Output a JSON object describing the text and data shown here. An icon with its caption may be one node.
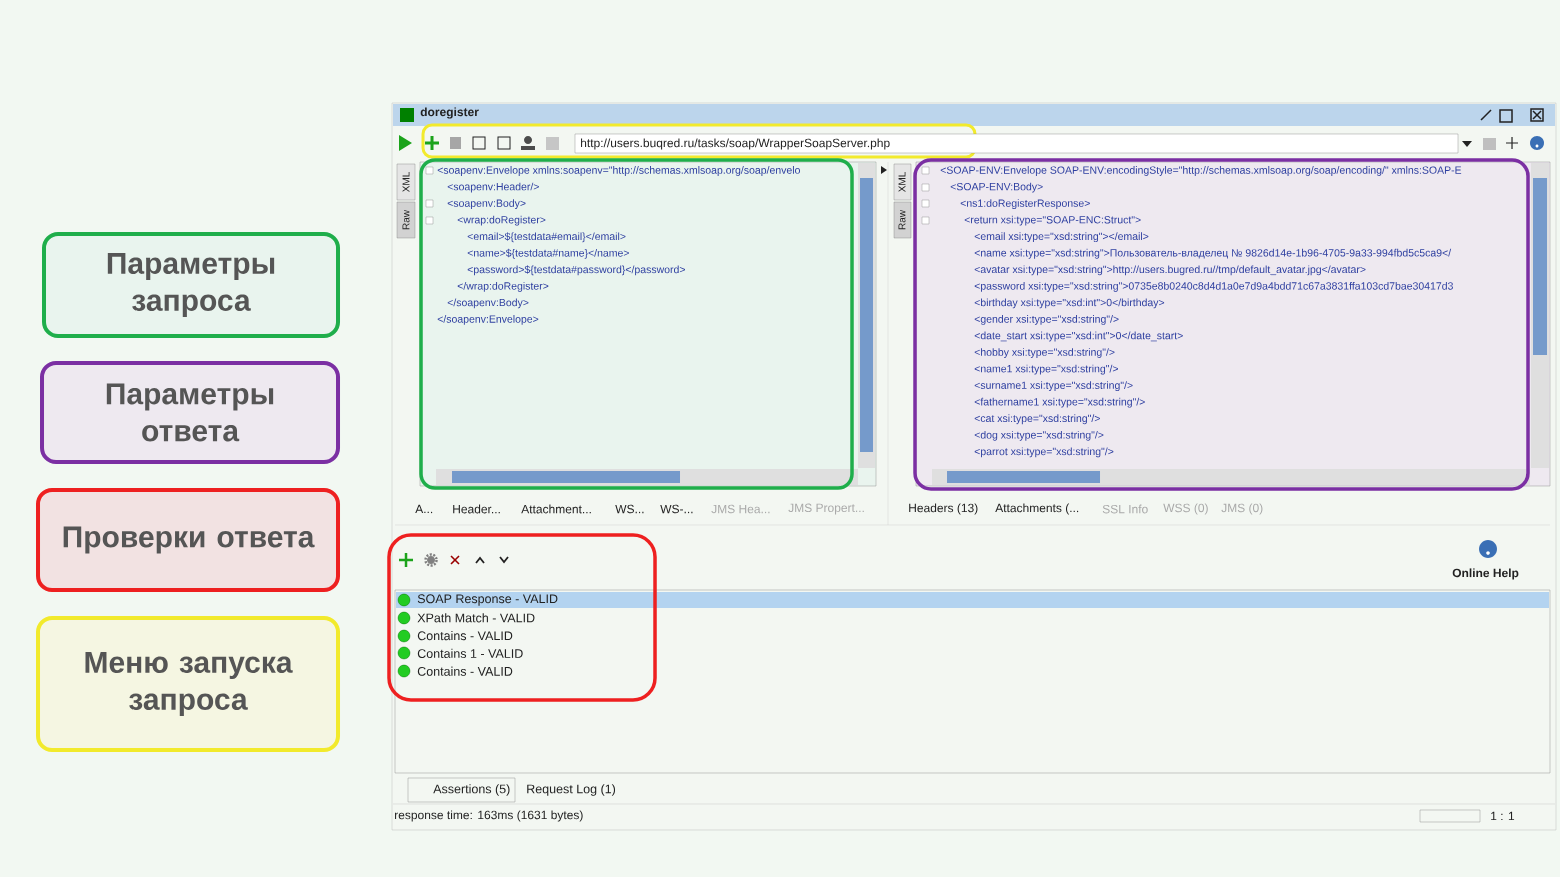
{
  "diagram": {
    "nodes": [
      {
        "text": [
          "Параметры запроса"
        ]
      },
      {
        "text": [
          "Параметры ответа"
        ]
      },
      {
        "text": [
          "Проверки ответа"
        ]
      },
      {
        "text": [
          "Меню запуска запроса"
        ]
      }
    ],
    "labels": [
      "doregister",
      "http://users.buqred.ru/tasks/soap/WrapperSoapServer.php",
      "XML",
      "Raw",
      "<soapenv:Envelope xmlns:soapenv=\"http://schemas.xmlsoap.org/soap/envelo",
      "<soapenv:Header/>",
      "<soapenv:Body>",
      "<wrap:doRegister>",
      "<email>${testdata#email}</email>",
      "<name>${testdata#name}</name>",
      "<password>${testdata#password}</password>",
      "</wrap:doRegister>",
      "</soapenv:Body>",
      "</soapenv:Envelope>",
      "A...",
      "Header...",
      "Attachment...",
      "WS...",
      "WS-...",
      "JMS Hea...",
      "JMS Propert...",
      "XML",
      "Raw",
      "<SOAP-ENV:Envelope SOAP-ENV:encodingStyle=\"http://schemas.xmlsoap.org/soap/encoding/\" xmlns:SOAP-E",
      "<SOAP-ENV:Body>",
      "<ns1:doRegisterResponse>",
      "<return xsi:type=\"SOAP-ENC:Struct\">",
      "<email xsi:type=\"xsd:string\"></email>",
      "<name xsi:type=\"xsd:string\">Пользователь-владелец № 9826d14e-1b96-4705-9a33-994fbd5c5ca9</",
      "<avatar xsi:type=\"xsd:string\">http://users.bugred.ru//tmp/default_avatar.jpg</avatar>",
      "<password xsi:type=\"xsd:string\">0735e8b0240c8d4d1a0e7d9a4bdd71c67a3831ffa103cd7bae30417d3",
      "<birthday xsi:type=\"xsd:int\">0</birthday>",
      "<gender xsi:type=\"xsd:string\"/>",
      "<date_start xsi:type=\"xsd:int\">0</date_start>",
      "<hobby xsi:type=\"xsd:string\"/>",
      "<name1 xsi:type=\"xsd:string\"/>",
      "<surname1 xsi:type=\"xsd:string\"/>",
      "<fathername1 xsi:type=\"xsd:string\"/>",
      "<cat xsi:type=\"xsd:string\"/>",
      "<dog xsi:type=\"xsd:string\"/>",
      "<parrot xsi:type=\"xsd:string\"/>",
      "Headers (13)",
      "Attachments (...",
      "SSL Info",
      "WSS (0)",
      "JMS (0)",
      "Online Help",
      "SOAP Response - VALID",
      "XPath Match - VALID",
      "Contains - VALID",
      "Contains 1 - VALID",
      "Contains - VALID",
      "Assertions (5)",
      "Request Log (1)",
      "response time: 163ms (1631 bytes)",
      "1 : 1"
    ]
  }
}
